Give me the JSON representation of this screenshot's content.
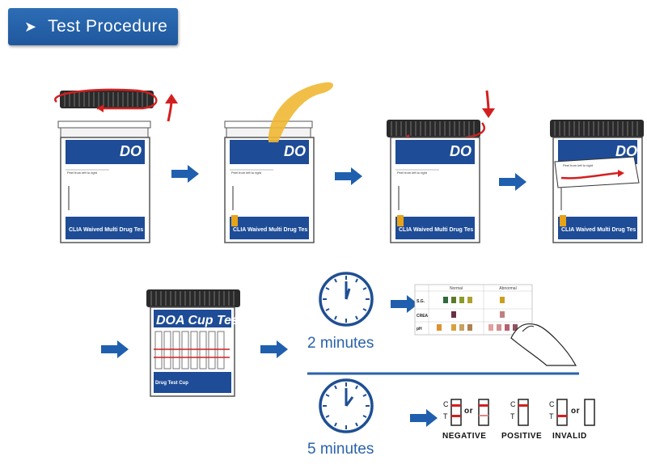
{
  "header": {
    "icon": "chevron-right-icon",
    "title": "Test Procedure"
  },
  "cup": {
    "brand_short": "DO",
    "brand_full": "DOA Cup Tes",
    "banner": "CLIA Waived Multi Drug Tes",
    "peel_text": "Peel from left to right",
    "result_text": "Drug Test Cup"
  },
  "timers": [
    {
      "label": "2 minutes"
    },
    {
      "label": "5 minutes"
    }
  ],
  "adulterant_chart": {
    "headers": [
      "Normal",
      "Abnormal"
    ],
    "rows": [
      "S.G.",
      "CREA",
      "pH"
    ]
  },
  "results": {
    "control_letter": "C",
    "test_letter": "T",
    "or_word": "or",
    "labels": [
      "NEGATIVE",
      "POSITIVE",
      "INVALID"
    ]
  },
  "colors": {
    "accent": "#2a62aa",
    "arrow": "#1f5fae",
    "red": "#d41f1f",
    "urine": "#e8a318"
  }
}
